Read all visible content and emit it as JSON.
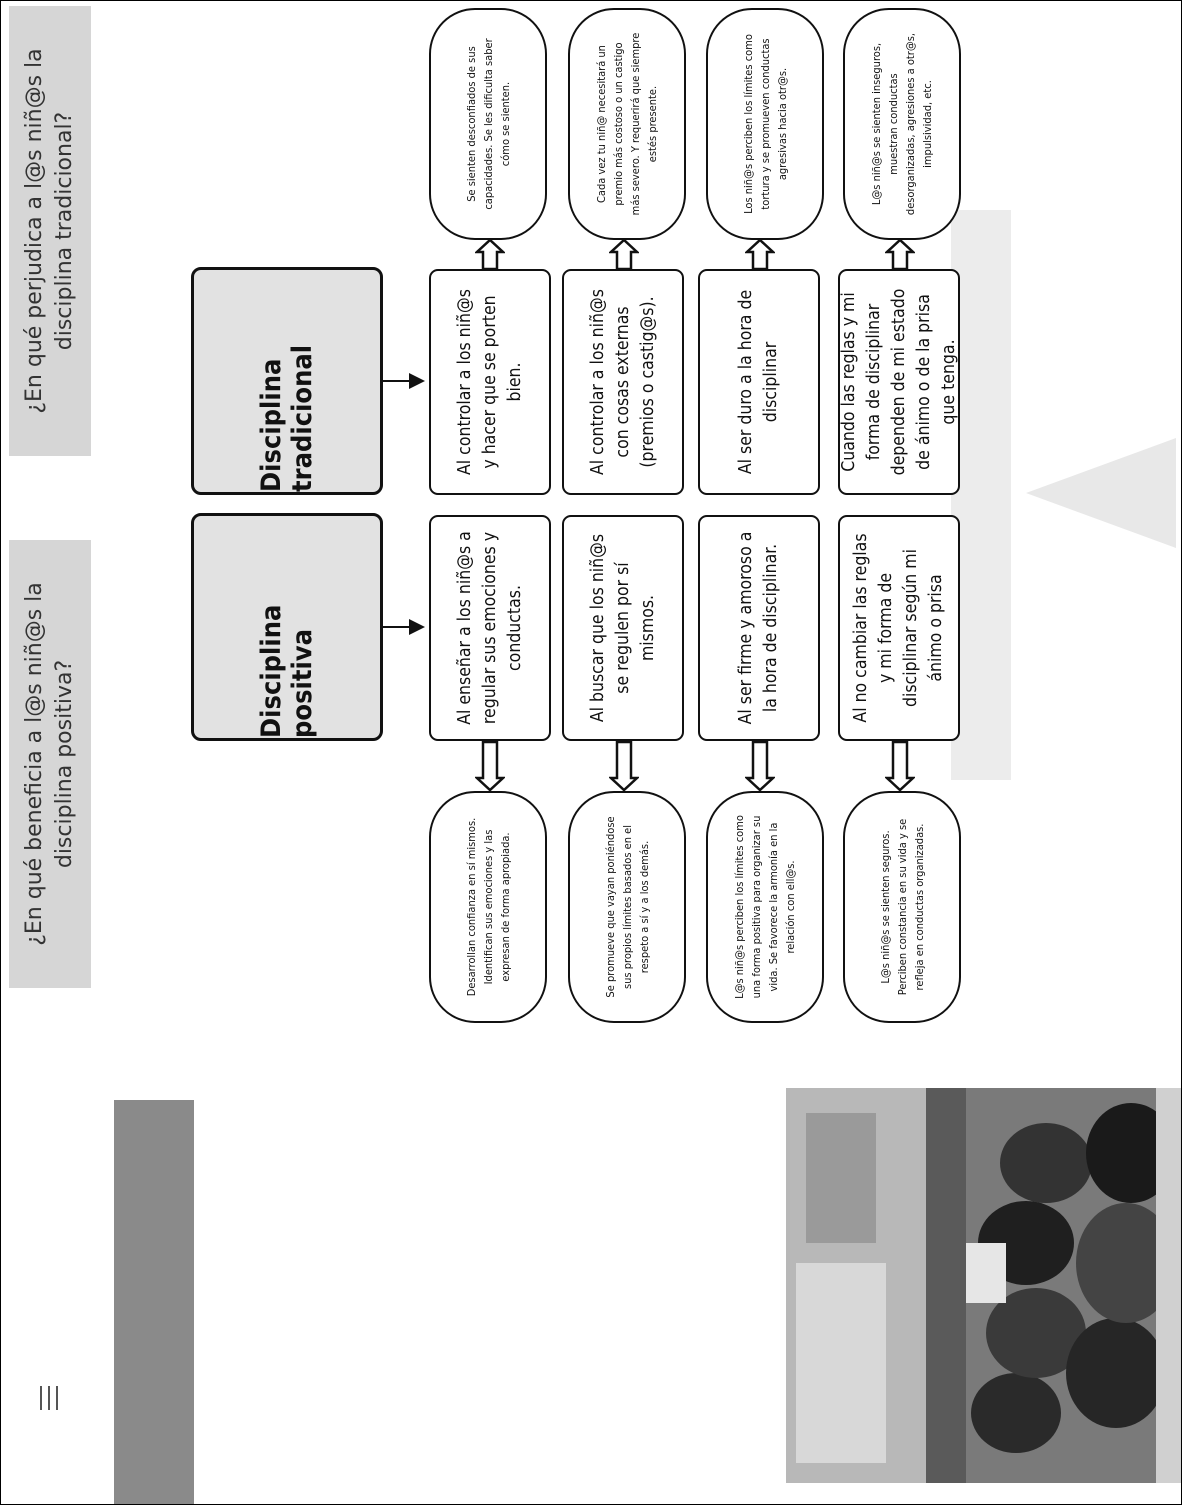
{
  "questions": {
    "positive": "¿En qué beneficia a l@s niñ@s la disciplina positiva?",
    "traditional": "¿En qué perjudica a l@s niñ@s la disciplina tradicional?"
  },
  "headers": {
    "positive": "Disciplina positiva",
    "traditional": "Disciplina tradicional"
  },
  "positive_actions": [
    "Al enseñar a los niñ@s a regular sus emociones y conductas.",
    "Al buscar que los niñ@s se regulen por sí mismos.",
    "Al ser firme y amoroso a la hora de disciplinar.",
    "Al no cambiar las reglas y mi forma de disciplinar según mi ánimo o prisa"
  ],
  "traditional_actions": [
    "Al controlar a los niñ@s y hacer que se porten bien.",
    "Al controlar a los niñ@s con cosas externas (premios o castig@s).",
    "Al ser duro a la hora de disciplinar",
    "Cuando las reglas y mi forma de disciplinar dependen de mi estado de ánimo o de la prisa que tenga."
  ],
  "positive_results": [
    "Desarrollan confianza en sí mismos. Identifican sus emociones y las expresan de forma apropiada.",
    "Se promueve que vayan poniéndose sus propios límites basados en el respeto a sí y a los demás.",
    "L@s niñ@s perciben los límites como una forma positiva para organizar su vida. Se favorece la armonía en la relación con ell@s.",
    "L@s niñ@s se sienten seguros. Perciben constancia en su vida y se refleja en conductas organizadas."
  ],
  "traditional_results": [
    "Se sienten desconfiados de sus capacidades. Se les dificulta saber cómo se sienten.",
    "Cada vez tu niñ@ necesitará un premio más costoso o un castigo más severo. Y requerirá que siempre estés presente.",
    "Los niñ@s perciben los límites como tortura y se promueven conductas agresivas hacia otr@s.",
    "L@s niñ@s se sienten inseguros, muestran conductas desorganizadas, agresiones a otr@s, impulsividad, etc."
  ],
  "icons": {
    "menu": "menu-lines-icon",
    "photo": "classroom-photo"
  },
  "colors": {
    "header_fill": "#e2e2e2",
    "question_fill": "#d6d6d6",
    "band": "#8a8a8a"
  }
}
